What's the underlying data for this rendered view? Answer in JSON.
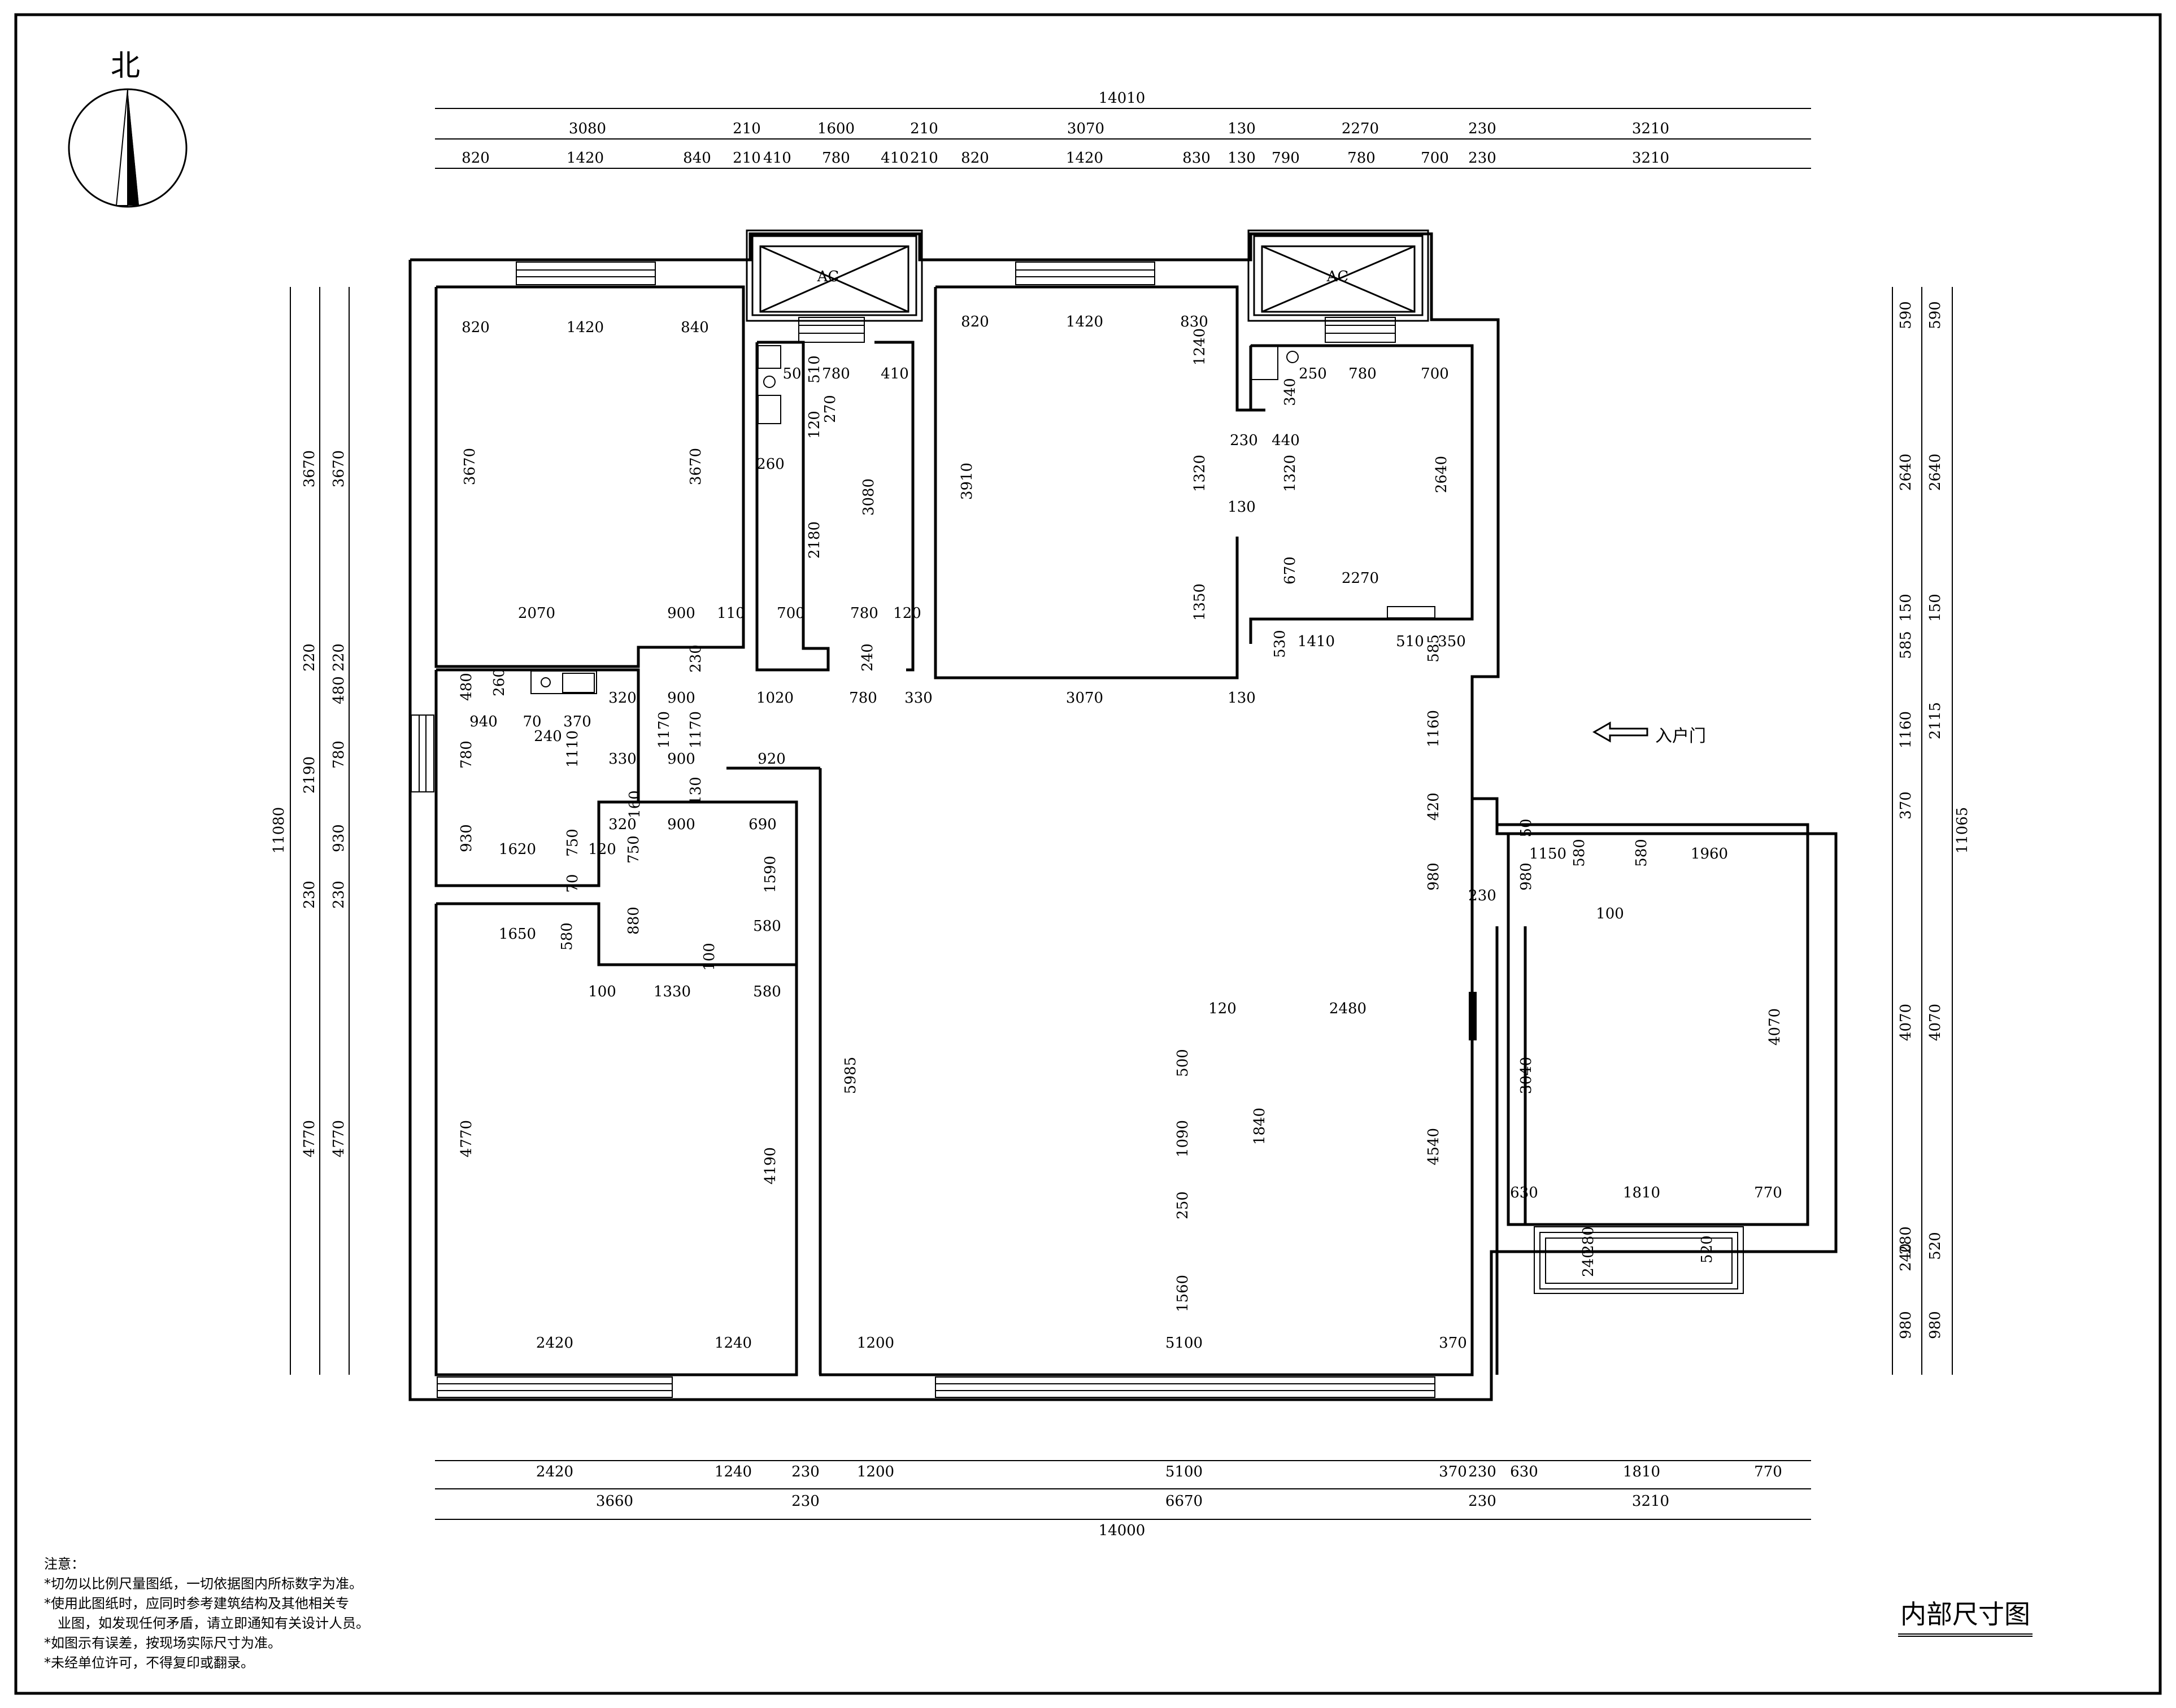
{
  "north_label": "北",
  "drawing_title": "内部尺寸图",
  "entry_label": "入户门",
  "notes": {
    "heading": "注意：",
    "lines": [
      "*切勿以比例尺量图纸，一切依据图内所标数字为准。",
      "*使用此图纸时，应同时参考建筑结构及其他相关专",
      "业图，如发现任何矛盾，请立即通知有关设计人员。",
      "*如图示有误差，按现场实际尺寸为准。",
      "*未经单位许可，不得复印或翻录。"
    ]
  },
  "ac_label": "AC",
  "top_dims": {
    "overall": "14010",
    "row2": [
      "3080",
      "210",
      "1600",
      "210",
      "3070",
      "130",
      "2270",
      "230",
      "3210"
    ],
    "row3": [
      "820",
      "1420",
      "840",
      "210",
      "410",
      "780",
      "410",
      "210",
      "820",
      "1420",
      "830",
      "130",
      "790",
      "780",
      "700",
      "230",
      "3210"
    ]
  },
  "bottom_dims": {
    "row1": [
      "2420",
      "1240",
      "230",
      "1200",
      "5100",
      "370",
      "230",
      "630",
      "1810",
      "770"
    ],
    "row2": [
      "3660",
      "230",
      "6670",
      "230",
      "3210"
    ],
    "overall": "14000"
  },
  "left_dims": {
    "overall": "11080",
    "row2": [
      "3670",
      "220",
      "2190",
      "230",
      "4770"
    ],
    "row3": [
      "3670",
      "220",
      "480",
      "780",
      "930",
      "230",
      "4770"
    ]
  },
  "right_dims": {
    "overall": "11065",
    "row2": [
      "590",
      "2640",
      "150",
      "2115",
      "4070",
      "520",
      "980"
    ],
    "row3": [
      "590",
      "2640",
      "150",
      "585",
      "1160",
      "370",
      "4070",
      "240",
      "280",
      "980"
    ]
  },
  "interior_dims": {
    "bed1_top": [
      "820",
      "1420",
      "840"
    ],
    "bed1_side": "3670",
    "bed1_side_r": "3670",
    "bed1_bottom": [
      "2070",
      "900",
      "110"
    ],
    "bath1": [
      "50",
      "510",
      "780",
      "410",
      "270",
      "120",
      "260",
      "2180",
      "3080"
    ],
    "bath1_bottom": [
      "700",
      "780",
      "120",
      "240"
    ],
    "living_top": [
      "820",
      "1420",
      "830",
      "1240"
    ],
    "living_side": "3910",
    "bath2": [
      "340",
      "250",
      "780",
      "700",
      "230",
      "440",
      "1320",
      "1320",
      "2640",
      "130",
      "670",
      "2270",
      "1350"
    ],
    "bath2_bottom": [
      "530",
      "1410",
      "510",
      "350",
      "585"
    ],
    "corridor": [
      "320",
      "900",
      "1020",
      "780",
      "330",
      "3070",
      "130",
      "230"
    ],
    "small_room": [
      "480",
      "260",
      "940",
      "70",
      "240",
      "370",
      "1110",
      "780",
      "1170",
      "1170"
    ],
    "small_room2": [
      "330",
      "900",
      "920",
      "130",
      "160",
      "320",
      "900",
      "690",
      "930",
      "1620",
      "750",
      "120",
      "750",
      "70",
      "1590"
    ],
    "bed3": [
      "1650",
      "580",
      "880",
      "580",
      "100",
      "100",
      "1330",
      "580",
      "4770",
      "4190",
      "5985"
    ],
    "bed3_bottom": [
      "2420",
      "1240",
      "1200",
      "5100",
      "370"
    ],
    "living": [
      "1160",
      "420",
      "980",
      "230",
      "4540",
      "120",
      "2480",
      "500",
      "1090",
      "1840",
      "250",
      "1560"
    ],
    "bed4": [
      "50",
      "1150",
      "580",
      "580",
      "1960",
      "980",
      "100",
      "3040",
      "4070",
      "630",
      "1810",
      "770",
      "280",
      "240",
      "520"
    ]
  }
}
